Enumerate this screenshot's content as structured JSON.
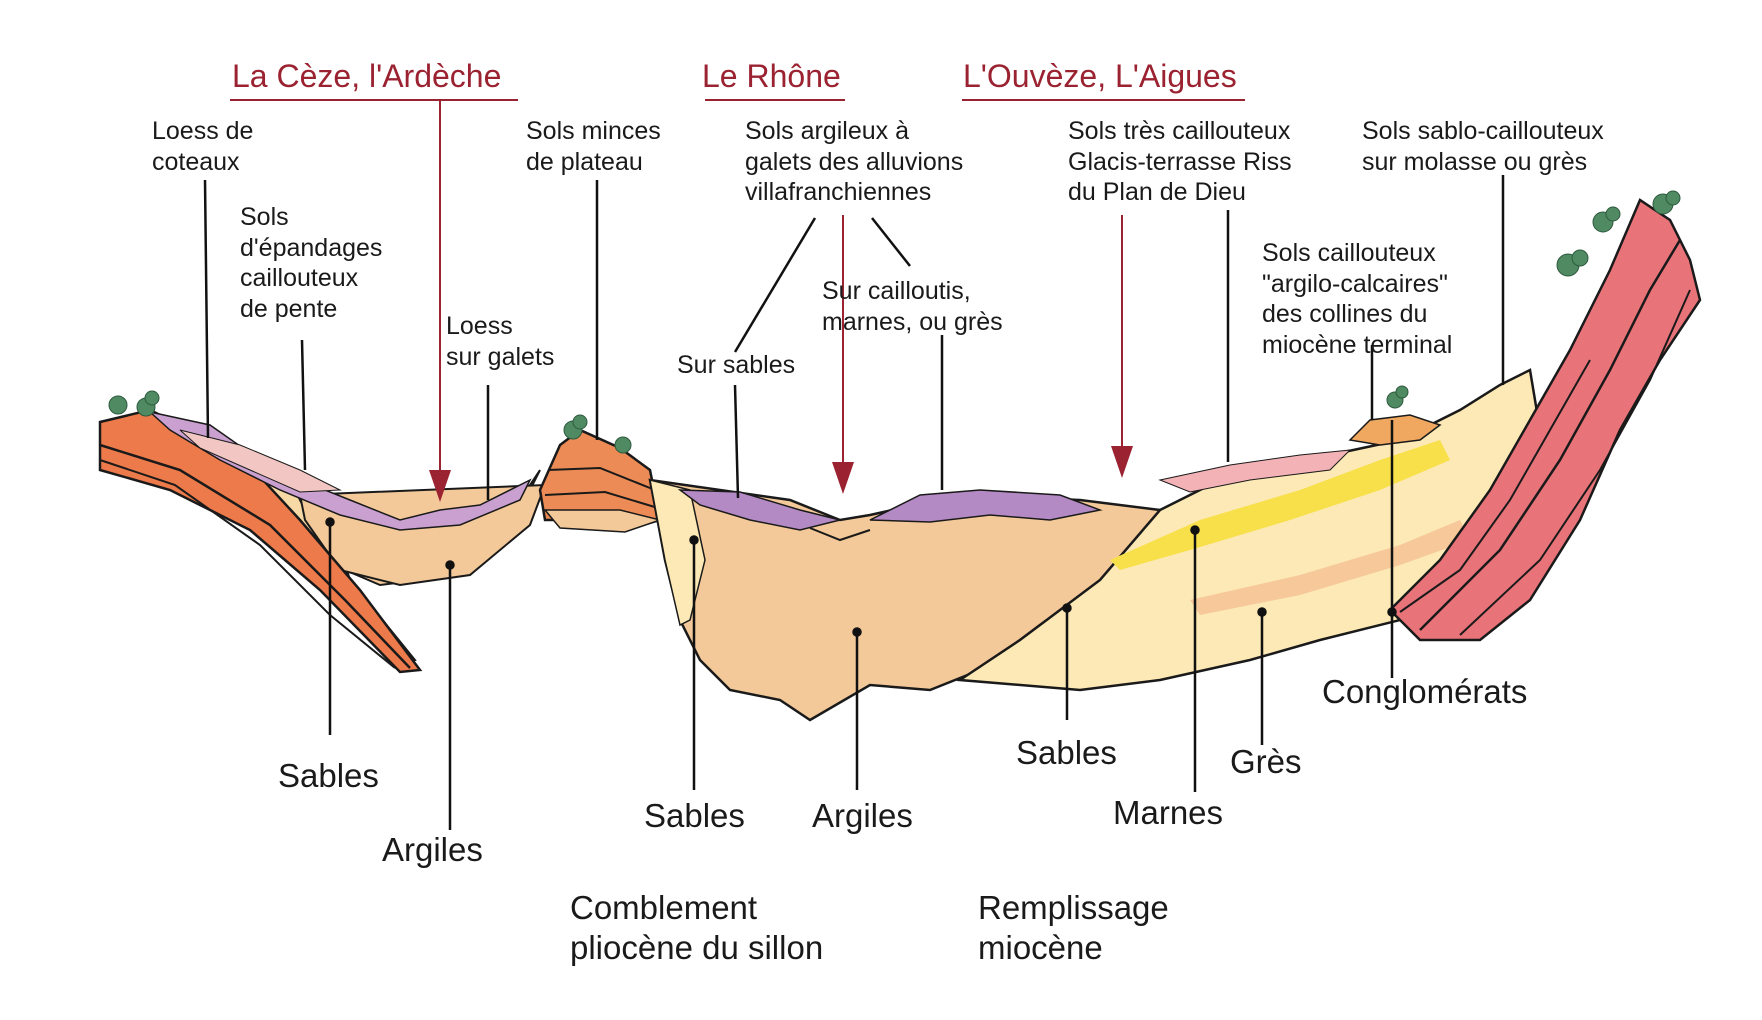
{
  "rivers": {
    "ceze": "La Cèze, l'Ardèche",
    "rhone": "Le Rhône",
    "ouveze": "L'Ouvèze, L'Aigues"
  },
  "soils": {
    "loess_coteaux": [
      "Loess de",
      "coteaux"
    ],
    "epandages": [
      "Sols",
      "d'épandages",
      "caillouteux",
      "de pente"
    ],
    "loess_galets": [
      "Loess",
      "sur galets"
    ],
    "sols_minces": [
      "Sols minces",
      "de plateau"
    ],
    "sols_argileux": [
      "Sols argileux à",
      "galets des alluvions",
      "villafranchiennes"
    ],
    "sur_sables": "Sur sables",
    "sur_cailloutis": [
      "Sur cailloutis,",
      "marnes, ou grès"
    ],
    "tres_caillouteux": [
      "Sols très caillouteux",
      "Glacis-terrasse Riss",
      "du Plan de Dieu"
    ],
    "argilo_calcaires": [
      "Sols caillouteux",
      "\"argilo-calcaires\"",
      "des collines  du",
      "miocène terminal"
    ],
    "sablo_caillouteux": [
      "Sols sablo-caillouteux",
      "sur molasse ou grès"
    ]
  },
  "geology": {
    "sables_1": "Sables",
    "argiles_1": "Argiles",
    "sables_2": "Sables",
    "argiles_2": "Argiles",
    "sables_3": "Sables",
    "marnes": "Marnes",
    "gres": "Grès",
    "conglomerats": "Conglomérats"
  },
  "sections": {
    "comblement": [
      "Comblement",
      "pliocène du sillon"
    ],
    "remplissage": [
      "Remplissage",
      "miocène"
    ]
  },
  "colors": {
    "river_red": "#9b2230",
    "strata_orange": "#ec7a4a",
    "clay_beige": "#f3c999",
    "sand_pale": "#fde9b5",
    "yellow_marl": "#f8e04a",
    "soil_purple": "#b48ac4",
    "ridge_pink": "#e8747a",
    "vegetation": "#4f8a63"
  }
}
